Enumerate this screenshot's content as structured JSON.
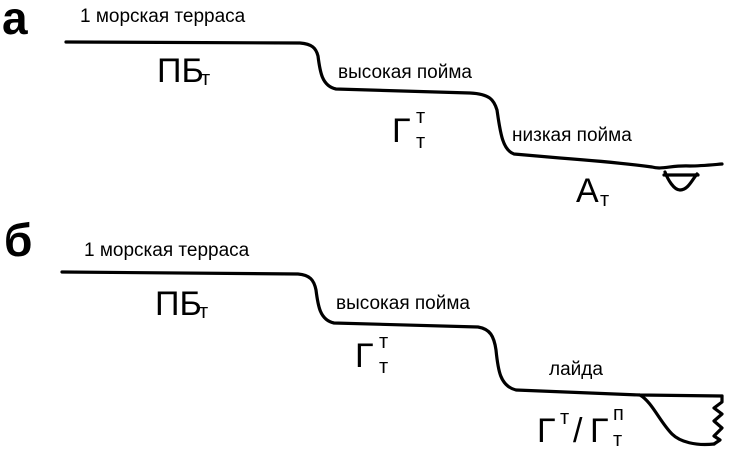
{
  "panels": [
    {
      "letter": "а",
      "labels": {
        "terrace": "1 морская терраса",
        "high_floodplain": "высокая пойма",
        "low_floodplain": "низкая пойма"
      },
      "codes": {
        "pb": {
          "base": "ПБ",
          "sub": "т"
        },
        "g": {
          "base": "Г",
          "sup": "т",
          "sub": "т"
        },
        "a": {
          "base": "А",
          "sub": "т"
        }
      }
    },
    {
      "letter": "б",
      "labels": {
        "terrace": "1 морская терраса",
        "high_floodplain": "высокая пойма",
        "laida": "лайда"
      },
      "codes": {
        "pb": {
          "base": "ПБ",
          "sub": "т"
        },
        "g": {
          "base": "Г",
          "sup": "т",
          "sub": "т"
        },
        "combo": {
          "base1": "Г",
          "sup1": "т",
          "slash": "/",
          "base2": "Г",
          "sup2": "п",
          "sub2": "т"
        }
      }
    }
  ]
}
